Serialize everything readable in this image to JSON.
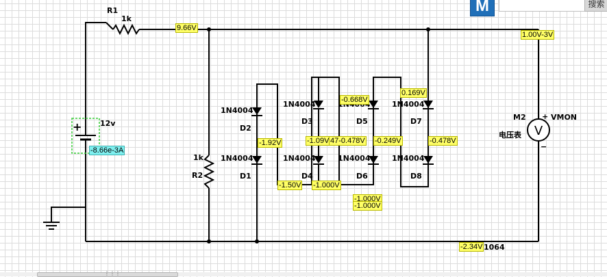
{
  "header": {
    "logo_text": "M",
    "search_placeholder": "",
    "search_button": "搜索"
  },
  "labels": {
    "r1_name": "R1",
    "r1_value": "1k",
    "r2_value": "1k",
    "r2_name": "R2",
    "battery_plus": "+",
    "battery_voltage": "12v",
    "d_part": "1N4004",
    "d1": "D1",
    "d2": "D2",
    "d3": "D3",
    "d4": "D4",
    "d5": "D5",
    "d6": "D6",
    "d7": "D7",
    "d8": "D8",
    "meter_name": "M2",
    "meter_type": "电压表",
    "meter_symbol": "V",
    "meter_plus": "+",
    "meter_minus": "−",
    "meter_probe_name": "VMON",
    "node_1064": "1064"
  },
  "probes": {
    "p_966": "9.66V",
    "p_meter": "1.00V-3V",
    "p_current": "-8.66e-3A",
    "p_d2": "-1.92V",
    "p_150": "-1.50V",
    "p_d3": "-1.09V",
    "p_d4": "-1.000V",
    "p_d5top": "-0.668V",
    "p_047": "47-0.478V",
    "p_0249": "-0.249V",
    "p_0169": "0.169V",
    "p_d7": "-0.478V",
    "p_1000a": "-1.000V",
    "p_1000b": "-1.000V",
    "p_234": "-2.34V"
  }
}
